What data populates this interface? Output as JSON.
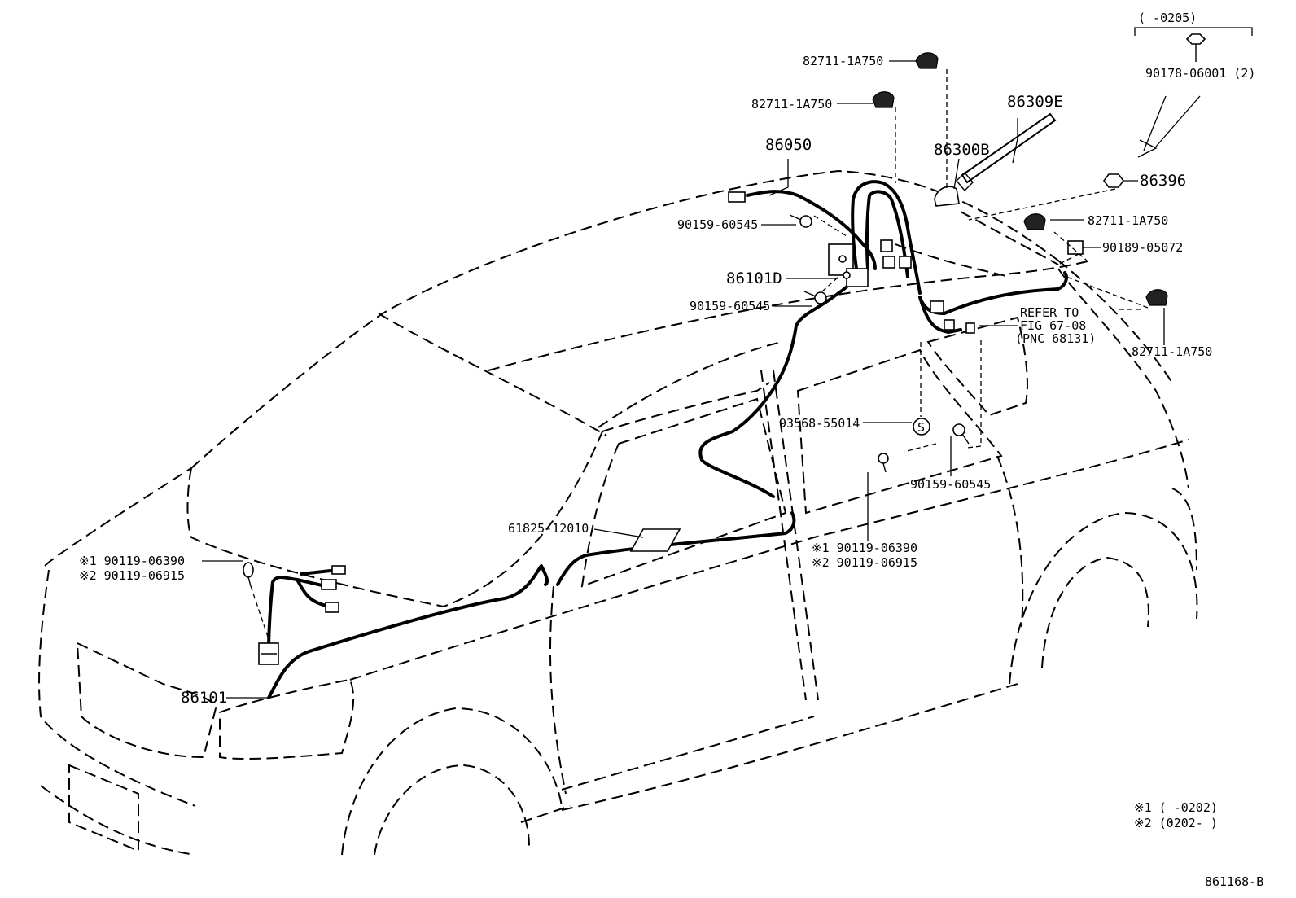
{
  "header": {
    "bracket_range": "(    -0205)",
    "bracket_part": "90178-06001 (2)"
  },
  "labels": {
    "p82711_a": "82711-1A750",
    "p82711_b": "82711-1A750",
    "p82711_c": "82711-1A750",
    "p82711_d": "82711-1A750",
    "p86309E": "86309E",
    "p86300B": "86300B",
    "p86050": "86050",
    "p86396": "86396",
    "p90189": "90189-05072",
    "p90159_a": "90159-60545",
    "p90159_b": "90159-60545",
    "p90159_c": "90159-60545",
    "p86101D": "86101D",
    "refer_1": "REFER TO",
    "refer_2": "FIG 67-08",
    "refer_3": "(PNC 68131)",
    "p93568": "93568-55014",
    "p61825": "61825-12010",
    "left_bolt_1": "※1 90119-06390",
    "left_bolt_2": "※2 90119-06915",
    "mid_bolt_1": "※1 90119-06390",
    "mid_bolt_2": "※2 90119-06915",
    "p86101": "86101"
  },
  "legend": {
    "note1": "※1 (     -0202)",
    "note2": "※2 (0202-     )"
  },
  "figure_id": "861168-B",
  "icons": {
    "s_circle": "S"
  }
}
